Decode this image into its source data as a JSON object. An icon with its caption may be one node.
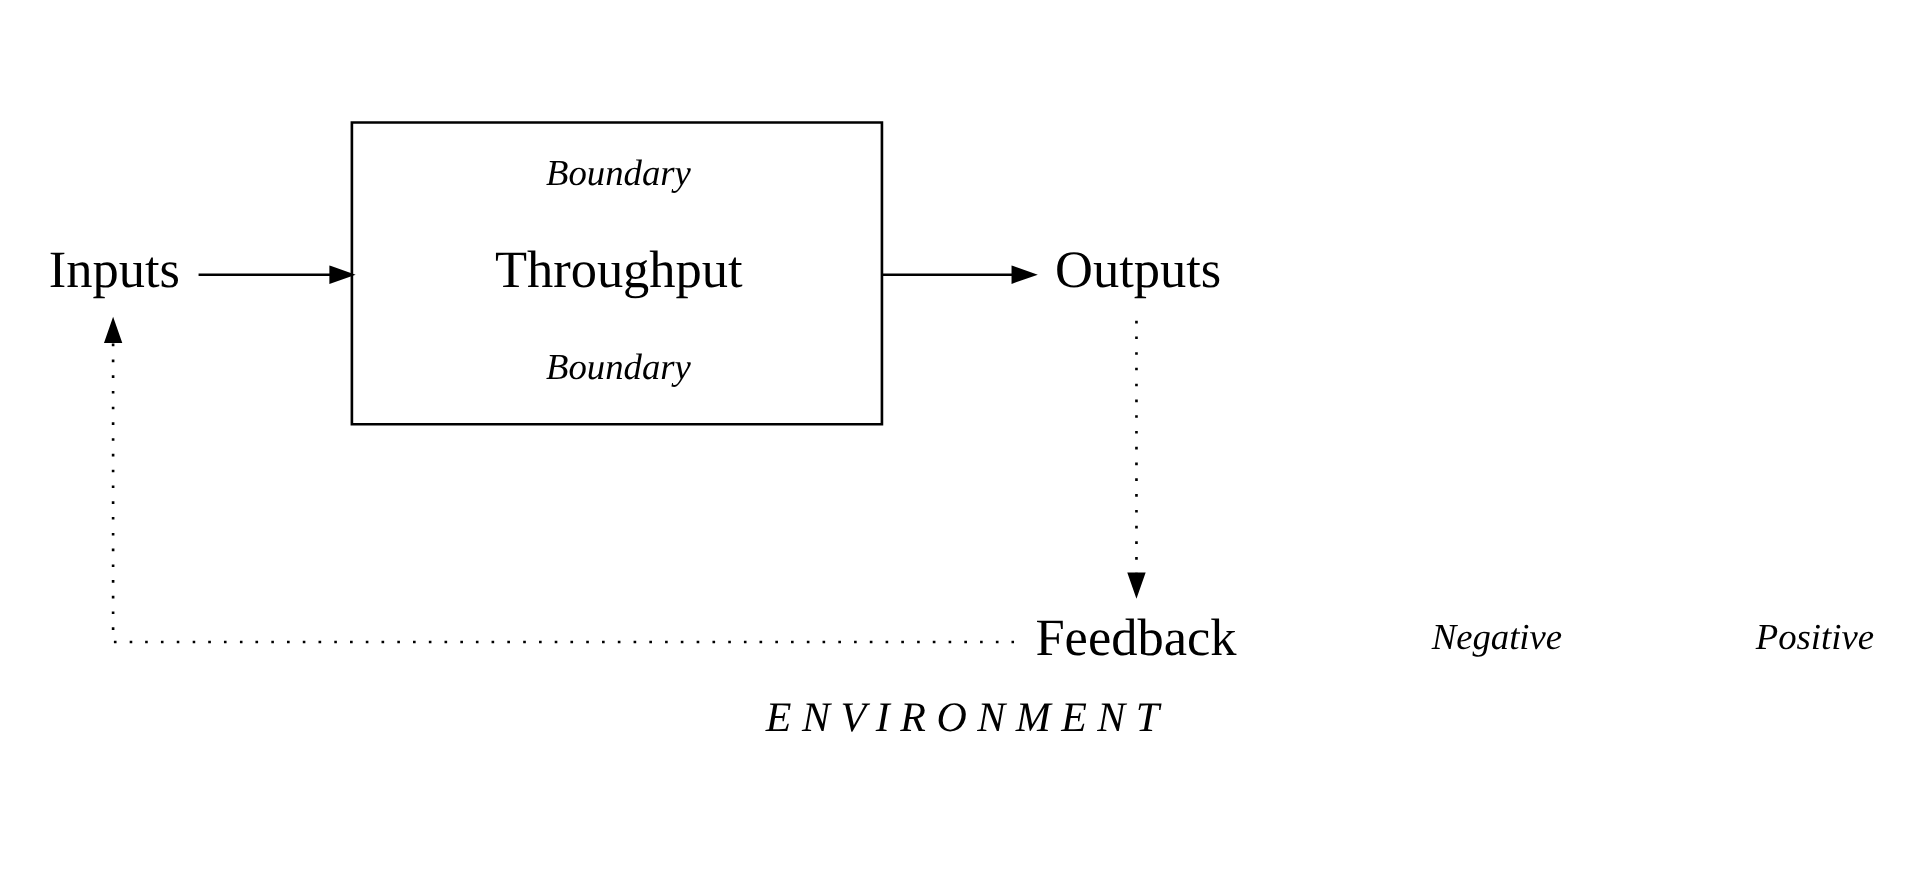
{
  "diagram": {
    "caption": "E N V I R O N M E N T",
    "nodes": [
      {
        "text": [
          "Inputs"
        ]
      },
      {
        "text": [
          "Boundary",
          "Throughput",
          "Boundary"
        ]
      },
      {
        "text": [
          "Outputs"
        ]
      },
      {
        "text": [
          "Feedback"
        ]
      }
    ],
    "edges": [
      {
        "from": 0,
        "to": 1,
        "arrow": "to"
      },
      {
        "from": 1,
        "to": 2,
        "arrow": "to"
      },
      {
        "from": 2,
        "to": 3,
        "arrow": "to",
        "style": "dashed"
      },
      {
        "from": 3,
        "to": 0,
        "arrow": "to",
        "style": "dashed"
      }
    ],
    "labels": [
      "Negative",
      "Positive"
    ]
  }
}
